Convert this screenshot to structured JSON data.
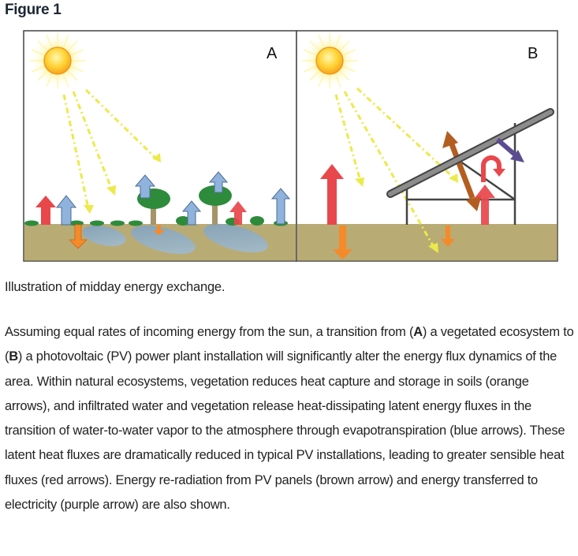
{
  "figure": {
    "title": "Figure 1",
    "panels": [
      {
        "id": "A",
        "label": "A",
        "scene": "vegetated ecosystem"
      },
      {
        "id": "B",
        "label": "B",
        "scene": "photovoltaic power plant installation"
      }
    ],
    "colors": {
      "sky": "#ffffff",
      "soil": "#b9ab74",
      "sun": "#fbc02d",
      "sun_rays": "#ecea4a",
      "sensible_heat_red": "#e8474c",
      "latent_heat_blue": "#8fb3dc",
      "soil_heat_orange": "#f58a2a",
      "reradiation_brown": "#b35d21",
      "electricity_purple": "#5b4c8f",
      "vegetation_green": "#2e8b3c",
      "water": "#8aa9c0",
      "panel_frame": "#555555"
    },
    "caption": "Illustration of midday energy exchange."
  },
  "description": {
    "segments": [
      {
        "text": "Assuming equal rates of incoming energy from the sun, a transition from (",
        "bold": false
      },
      {
        "text": "A",
        "bold": true
      },
      {
        "text": ") a vegetated ecosystem to (",
        "bold": false
      },
      {
        "text": "B",
        "bold": true
      },
      {
        "text": ") a photovoltaic (PV) power plant installation will significantly alter the energy flux dynamics of the area. Within natural ecosystems, vegetation reduces heat capture and storage in soils (orange arrows), and infiltrated water and vegetation release heat-dissipating latent energy fluxes in the transition of water-to-water vapor to the atmosphere through evapotranspiration (blue arrows). These latent heat fluxes are dramatically reduced in typical PV installations, leading to greater sensible heat fluxes (red arrows). Energy re-radiation from PV panels (brown arrow) and energy transferred to electricity (purple arrow) are also shown.",
        "bold": false
      }
    ]
  }
}
